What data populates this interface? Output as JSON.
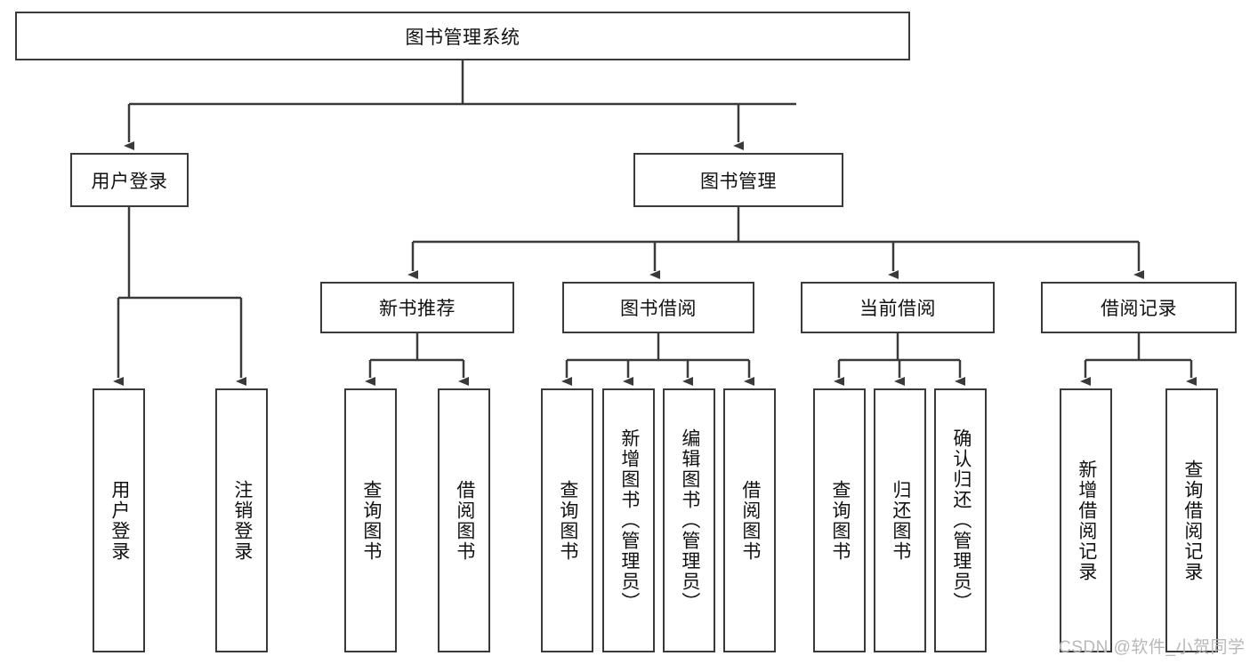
{
  "diagram": {
    "title": "图书管理系统",
    "type": "tree-hierarchy-diagram",
    "colors": {
      "box_border": "#3a3a3a",
      "box_fill": "#ffffff",
      "edge": "#3a3a3a",
      "text": "#111111",
      "watermark": "#b8b8b8",
      "background": "#ffffff"
    },
    "root": {
      "label": "图书管理系统"
    },
    "level2": [
      {
        "id": "user-login",
        "label": "用户登录"
      },
      {
        "id": "book-manage",
        "label": "图书管理"
      }
    ],
    "level3": [
      {
        "id": "new-book-recommend",
        "label": "新书推荐",
        "parent": "book-manage"
      },
      {
        "id": "book-borrow",
        "label": "图书借阅",
        "parent": "book-manage"
      },
      {
        "id": "current-borrow",
        "label": "当前借阅",
        "parent": "book-manage"
      },
      {
        "id": "borrow-record",
        "label": "借阅记录",
        "parent": "book-manage"
      }
    ],
    "leaves": [
      {
        "id": "leaf-user-login",
        "label": "用户登录",
        "parent": "user-login"
      },
      {
        "id": "leaf-logout",
        "label": "注销登录",
        "parent": "user-login"
      },
      {
        "id": "leaf-query-book-1",
        "label": "查询图书",
        "parent": "new-book-recommend"
      },
      {
        "id": "leaf-borrow-book-1",
        "label": "借阅图书",
        "parent": "new-book-recommend"
      },
      {
        "id": "leaf-query-book-2",
        "label": "查询图书",
        "parent": "book-borrow"
      },
      {
        "id": "leaf-add-book",
        "label": "新增图书（管理员）",
        "parent": "book-borrow"
      },
      {
        "id": "leaf-edit-book",
        "label": "编辑图书（管理员）",
        "parent": "book-borrow"
      },
      {
        "id": "leaf-borrow-book-2",
        "label": "借阅图书",
        "parent": "book-borrow"
      },
      {
        "id": "leaf-query-book-3",
        "label": "查询图书",
        "parent": "current-borrow"
      },
      {
        "id": "leaf-return-book",
        "label": "归还图书",
        "parent": "current-borrow"
      },
      {
        "id": "leaf-confirm-return",
        "label": "确认归还（管理员）",
        "parent": "current-borrow"
      },
      {
        "id": "leaf-add-record",
        "label": "新增借阅记录",
        "parent": "borrow-record"
      },
      {
        "id": "leaf-query-record",
        "label": "查询借阅记录",
        "parent": "borrow-record"
      }
    ],
    "watermark": "CSDN @软件_小贺同学"
  }
}
